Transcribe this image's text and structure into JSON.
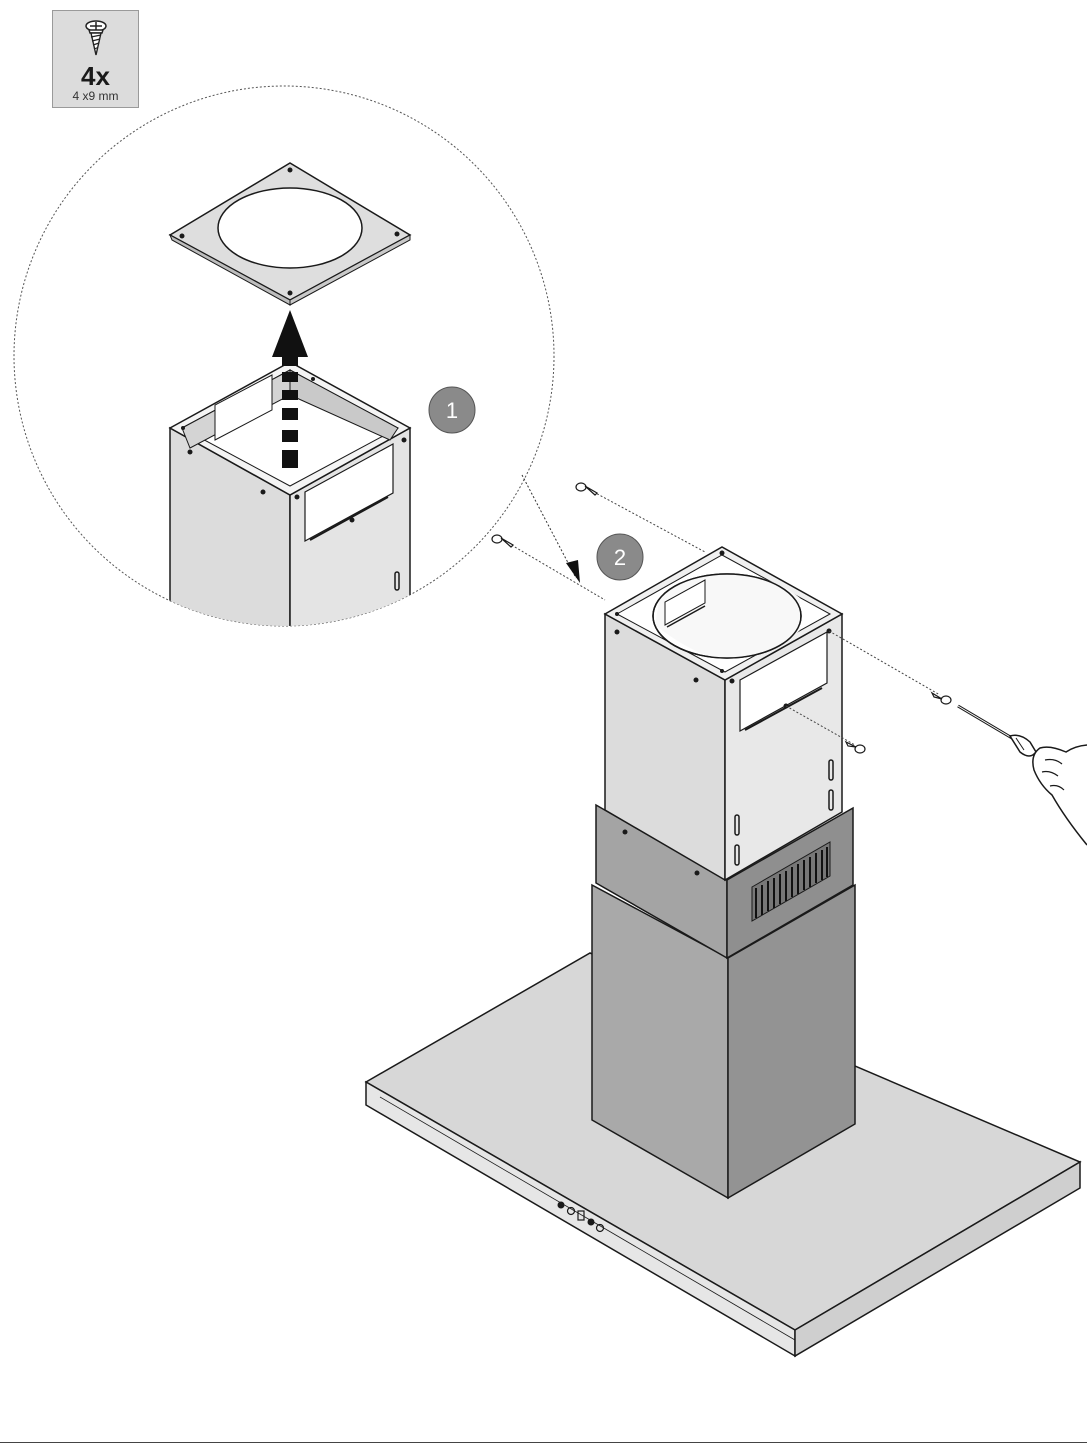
{
  "screw_badge": {
    "icon": "screw-icon",
    "quantity": "4x",
    "size": "4 x9 mm"
  },
  "steps": [
    {
      "number": "1"
    },
    {
      "number": "2"
    }
  ],
  "colors": {
    "panel_light": "#dcdcdc",
    "panel_mid": "#a9a9a9",
    "panel_dark": "#8f8f8f",
    "step_badge": "#8a8a8a",
    "outline": "#1a1a1a"
  }
}
